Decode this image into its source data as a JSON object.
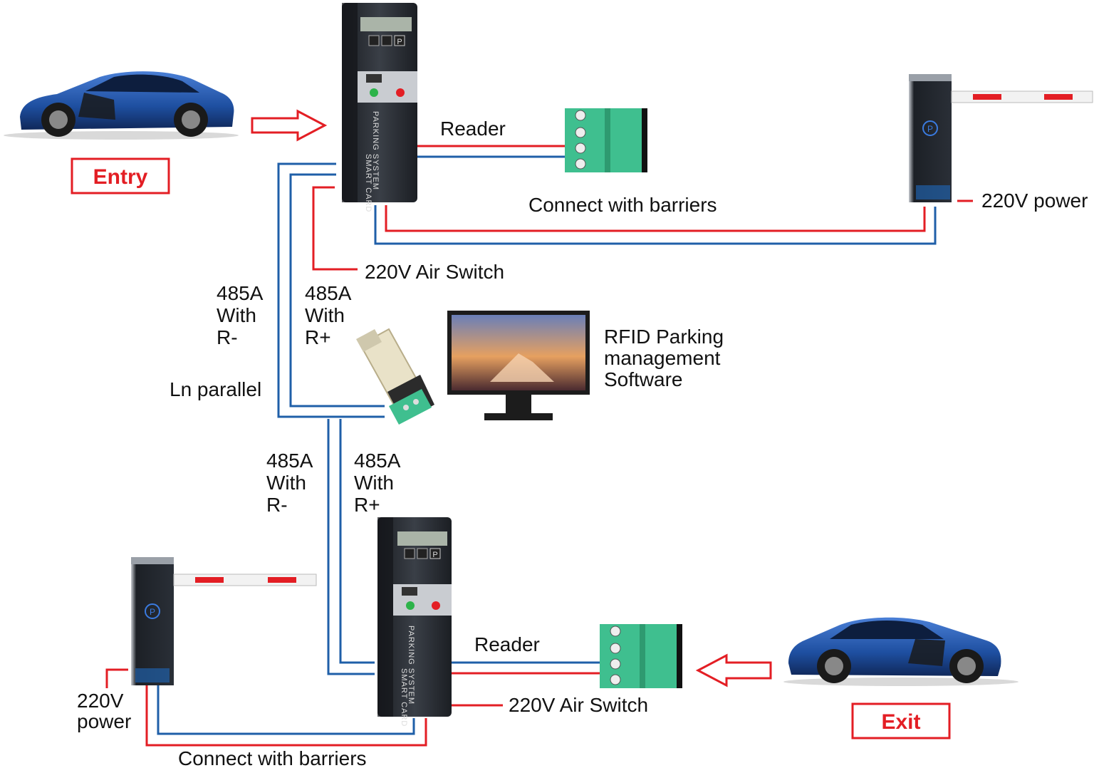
{
  "labels": {
    "entry": "Entry",
    "exit": "Exit",
    "reader_top": "Reader",
    "connect_barriers_top": "Connect with barriers",
    "power_top_right": "220V power",
    "air_switch_top": "220V Air Switch",
    "left_r_minus_top": [
      "485A",
      "With",
      "R-"
    ],
    "left_r_plus_top": [
      "485A",
      "With",
      "R+"
    ],
    "ln_parallel": "Ln parallel",
    "software": [
      "RFID Parking",
      "management",
      "Software"
    ],
    "left_r_minus_bottom": [
      "485A",
      "With",
      "R-"
    ],
    "left_r_plus_bottom": [
      "485A",
      "With",
      "R+"
    ],
    "reader_bottom": "Reader",
    "air_switch_bottom": "220V Air Switch",
    "power_bottom_left": [
      "220V",
      "power"
    ],
    "connect_barriers_bottom": "Connect with barriers",
    "kiosk_text": "PARKING  SYSTEM",
    "kiosk_subtext": "SMART  CARD",
    "kiosk_logo": "P",
    "barrier_logo": "P"
  },
  "colors": {
    "red_wire": "#e31e24",
    "blue_wire": "#1f5fa8",
    "kiosk_body": "#2b2f36",
    "terminal_green": "#3fbf8f",
    "car_blue": "#1e4fa0"
  },
  "icons": [
    "car",
    "kiosk",
    "barrier-gate",
    "terminal-block",
    "converter",
    "monitor",
    "arrow"
  ]
}
